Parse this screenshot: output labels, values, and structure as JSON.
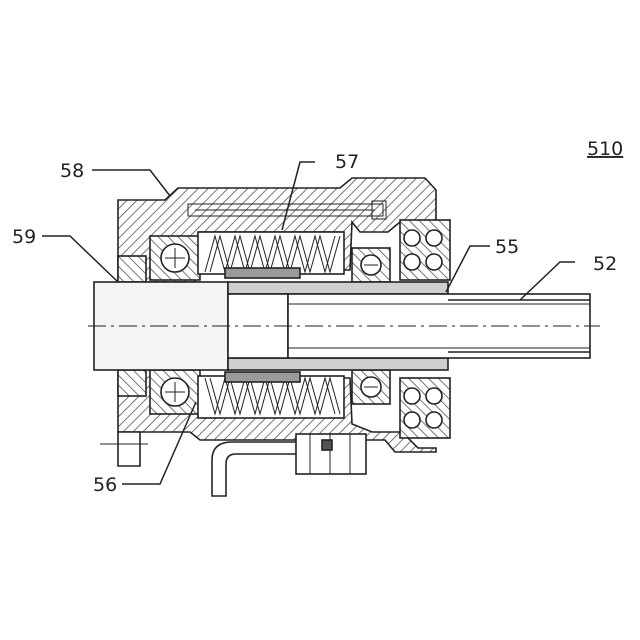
{
  "figure": {
    "figure_number": "510",
    "reference_numerals": {
      "housing": "58",
      "spring_assembly": "57",
      "input_shaft": "59",
      "sleeve": "55",
      "output_shaft": "52",
      "bearing_seat": "56"
    }
  },
  "colors": {
    "ink": "#222222",
    "background": "#ffffff",
    "hatch": "#555555",
    "shaft_fill": "#f4f4f4",
    "sleeve_fill": "#cfcfcf"
  },
  "icons": {
    "bearing": "ball-bearing-icon",
    "spring": "coil-spring-icon"
  }
}
